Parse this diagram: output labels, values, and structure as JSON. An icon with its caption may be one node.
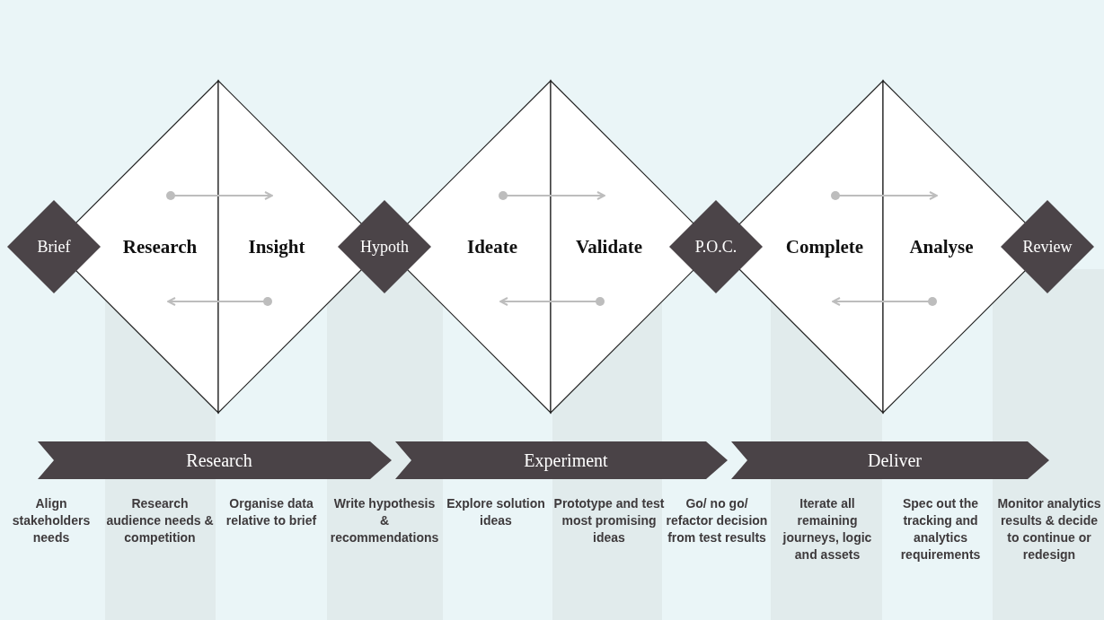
{
  "diagram": {
    "nodes": [
      {
        "text": [
          "Brief"
        ]
      },
      {
        "text": [
          "Research"
        ]
      },
      {
        "text": [
          "Insight"
        ]
      },
      {
        "text": [
          "Hypoth"
        ]
      },
      {
        "text": [
          "Ideate"
        ]
      },
      {
        "text": [
          "Validate"
        ]
      },
      {
        "text": [
          "P.O.C."
        ]
      },
      {
        "text": [
          "Complete"
        ]
      },
      {
        "text": [
          "Analyse"
        ]
      },
      {
        "text": [
          "Review"
        ]
      },
      {
        "text": [
          "Research"
        ]
      },
      {
        "text": [
          "Experiment"
        ]
      },
      {
        "text": [
          "Deliver"
        ]
      }
    ],
    "edges": [
      {
        "from": 1,
        "to": 2,
        "arrow": "to",
        "color": "#bdbdbd"
      },
      {
        "from": 2,
        "to": 1,
        "arrow": "to",
        "color": "#bdbdbd"
      },
      {
        "from": 4,
        "to": 5,
        "arrow": "to",
        "color": "#bdbdbd"
      },
      {
        "from": 5,
        "to": 4,
        "arrow": "to",
        "color": "#bdbdbd"
      },
      {
        "from": 7,
        "to": 8,
        "arrow": "to",
        "color": "#bdbdbd"
      },
      {
        "from": 8,
        "to": 7,
        "arrow": "to",
        "color": "#bdbdbd"
      }
    ],
    "labels": [
      "Align stakeholders needs",
      "Research audience needs & competition",
      "Organise data relative to brief",
      "Write hypothesis & recommendations",
      "Explore solution ideas",
      "Prototype and test most promising ideas",
      "Go/ no go/ refactor decision from test results",
      "Iterate all remaining journeys, logic and assets",
      "Spec out the tracking and analytics requirements",
      "Monitor analytics results & decide to continue or redesign"
    ]
  }
}
